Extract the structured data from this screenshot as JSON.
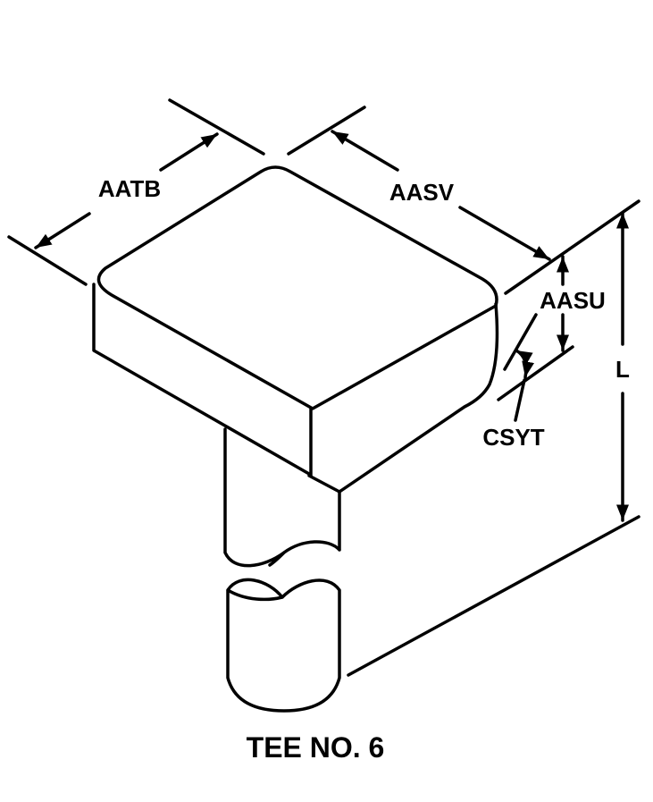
{
  "title": "TEE NO. 6",
  "dimensions": {
    "width_label": "AATB",
    "length_label": "AASV",
    "head_height_label": "AASU",
    "corner_label": "CSYT",
    "overall_length_label": "L"
  },
  "colors": {
    "line": "#000000",
    "background": "#ffffff"
  }
}
